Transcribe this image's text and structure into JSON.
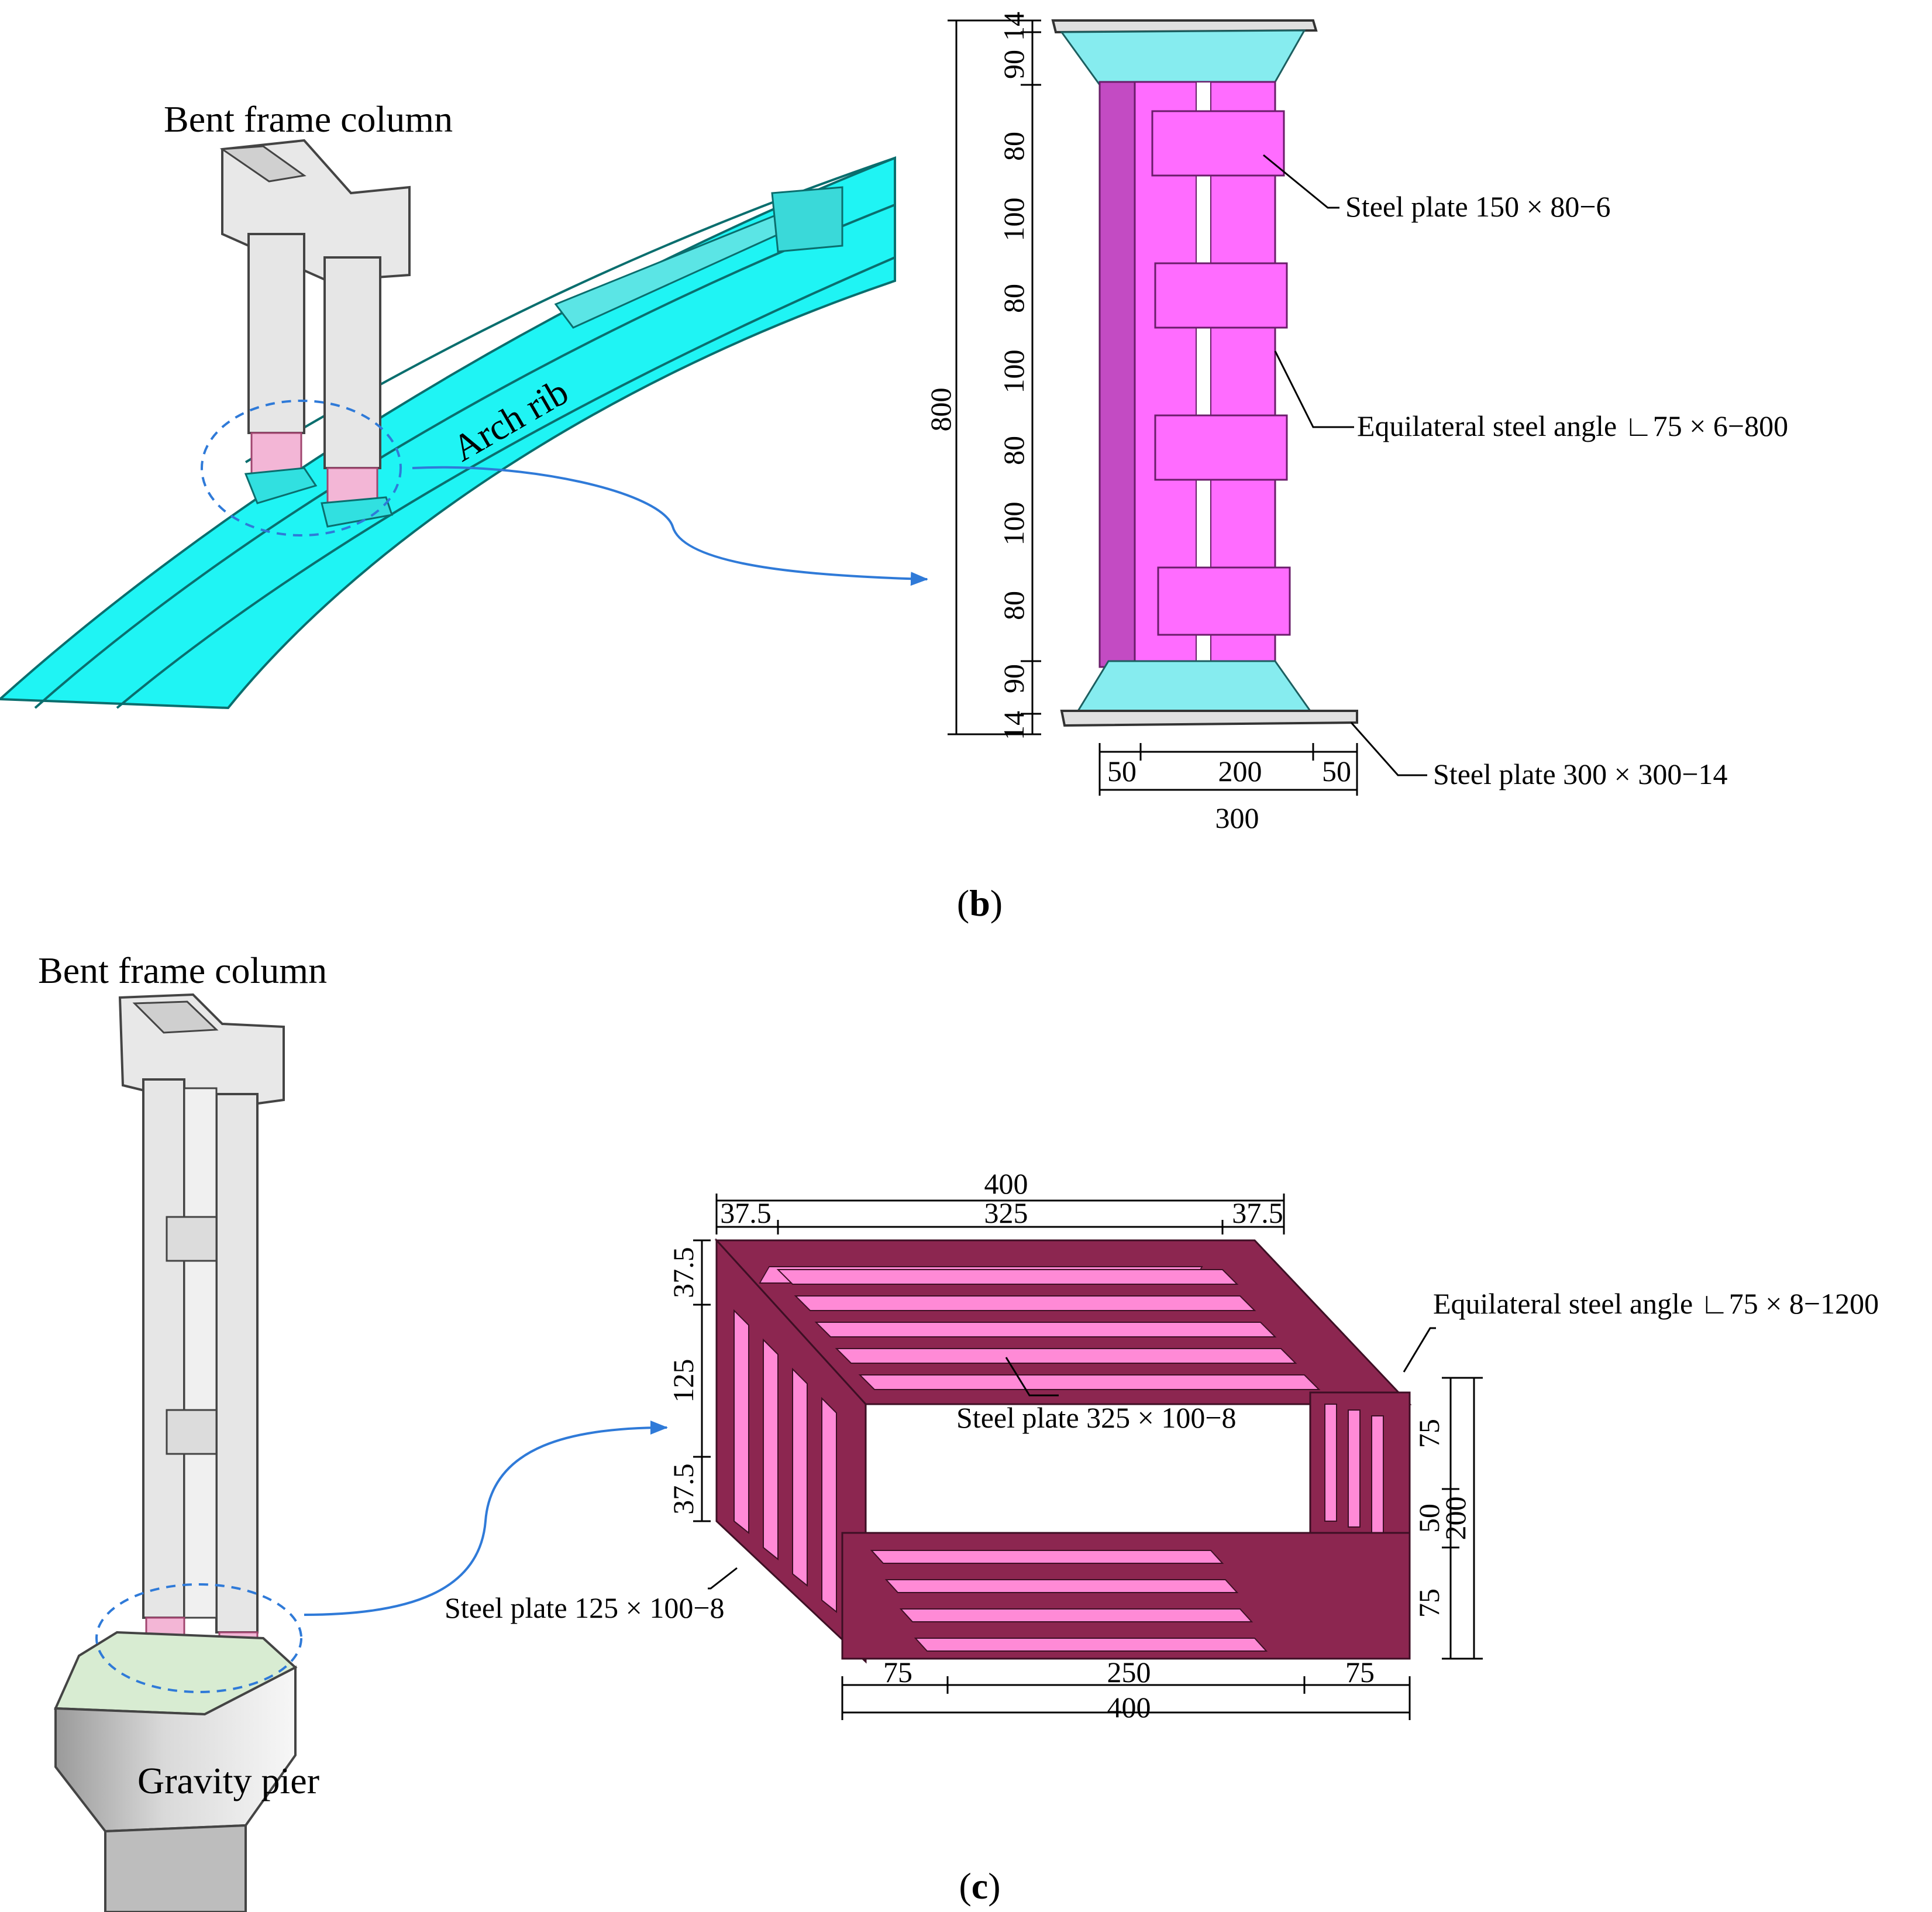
{
  "panel_b": {
    "caption_open": "(",
    "caption_letter": "b",
    "caption_close": ")",
    "labels": {
      "bent_frame_column": "Bent frame column",
      "arch_rib": "Arch rib",
      "steel_plate_small": "Steel plate 150 × 80−6",
      "steel_angle": "Equilateral steel angle ∟75  ×  6−800",
      "steel_plate_base": "Steel plate 300  ×  300−14"
    },
    "vertical_dims": {
      "total": "800",
      "d_top_plate": "14",
      "d_top_stiff": "90",
      "d1": "80",
      "d2": "100",
      "d3": "80",
      "d4": "100",
      "d5": "80",
      "d6": "100",
      "d7": "80",
      "d_bot_stiff": "90",
      "d_bot_plate": "14"
    },
    "horizontal_dims": {
      "left": "50",
      "mid": "200",
      "right": "50",
      "total": "300"
    },
    "colors": {
      "column_magenta": "#ff6cff",
      "arch_cyan": "#00ffff",
      "concrete_gray": "#e6e6e6"
    }
  },
  "panel_c": {
    "caption_open": "(",
    "caption_letter": "c",
    "caption_close": ")",
    "labels": {
      "bent_frame_column": "Bent frame column",
      "gravity_pier": "Gravity pier",
      "steel_angle": "Equilateral steel angle ∟75  ×  8−1200",
      "steel_plate_top": "Steel plate 325 × 100−8",
      "steel_plate_side": "Steel plate 125  ×  100−8"
    },
    "top_dims": {
      "total": "400",
      "left": "37.5",
      "mid": "325",
      "right": "37.5"
    },
    "left_dims": {
      "top": "37.5",
      "mid": "125",
      "bottom": "37.5"
    },
    "right_dims": {
      "top": "75",
      "mid": "50",
      "bottom": "75",
      "total": "200"
    },
    "bottom_dims": {
      "left": "75",
      "mid": "250",
      "right": "75",
      "total": "400"
    },
    "colors": {
      "box_dark": "#8c2650",
      "box_light": "#ff8ad6"
    }
  }
}
